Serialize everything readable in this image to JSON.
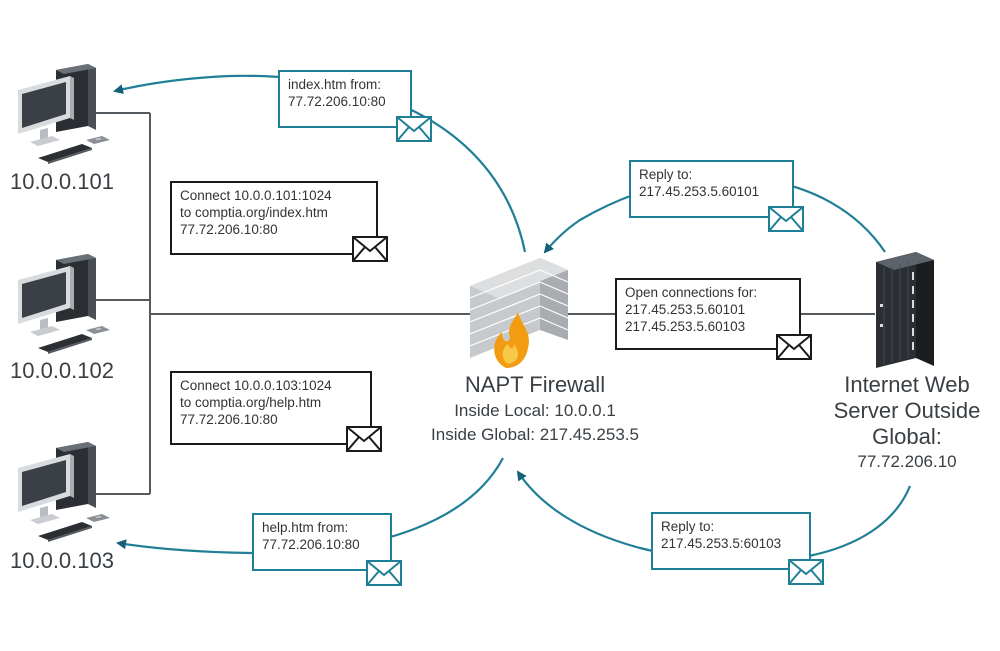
{
  "hosts": [
    {
      "ip": "10.0.0.101"
    },
    {
      "ip": "10.0.0.102"
    },
    {
      "ip": "10.0.0.103"
    }
  ],
  "firewall": {
    "title": "NAPT Firewall",
    "inside_local": "Inside Local: 10.0.0.1",
    "inside_global": "Inside Global: 217.45.253.5"
  },
  "server": {
    "line1": "Internet Web",
    "line2": "Server Outside",
    "line3": "Global:",
    "ip": "77.72.206.10"
  },
  "messages": {
    "index_from": {
      "line1": "index.htm from:",
      "line2": "77.72.206.10:80"
    },
    "connect_101": {
      "line1": "Connect 10.0.0.101:1024",
      "line2": "to comptia.org/index.htm",
      "line3": "77.72.206.10:80"
    },
    "connect_103": {
      "line1": "Connect 10.0.0.103:1024",
      "line2": "to comptia.org/help.htm",
      "line3": "77.72.206.10:80"
    },
    "help_from": {
      "line1": "help.htm from:",
      "line2": "77.72.206.10:80"
    },
    "reply_60101": {
      "line1": "Reply to:",
      "line2": "217.45.253.5.60101"
    },
    "open_connections": {
      "line1": "Open connections for:",
      "line2": "217.45.253.5.60101",
      "line3": "217.45.253.5.60103"
    },
    "reply_60103": {
      "line1": "Reply to:",
      "line2": "217.45.253.5:60103"
    }
  },
  "colors": {
    "teal": "#1f7f96",
    "arrow_dark": "#14607a",
    "line": "#555a5f"
  }
}
